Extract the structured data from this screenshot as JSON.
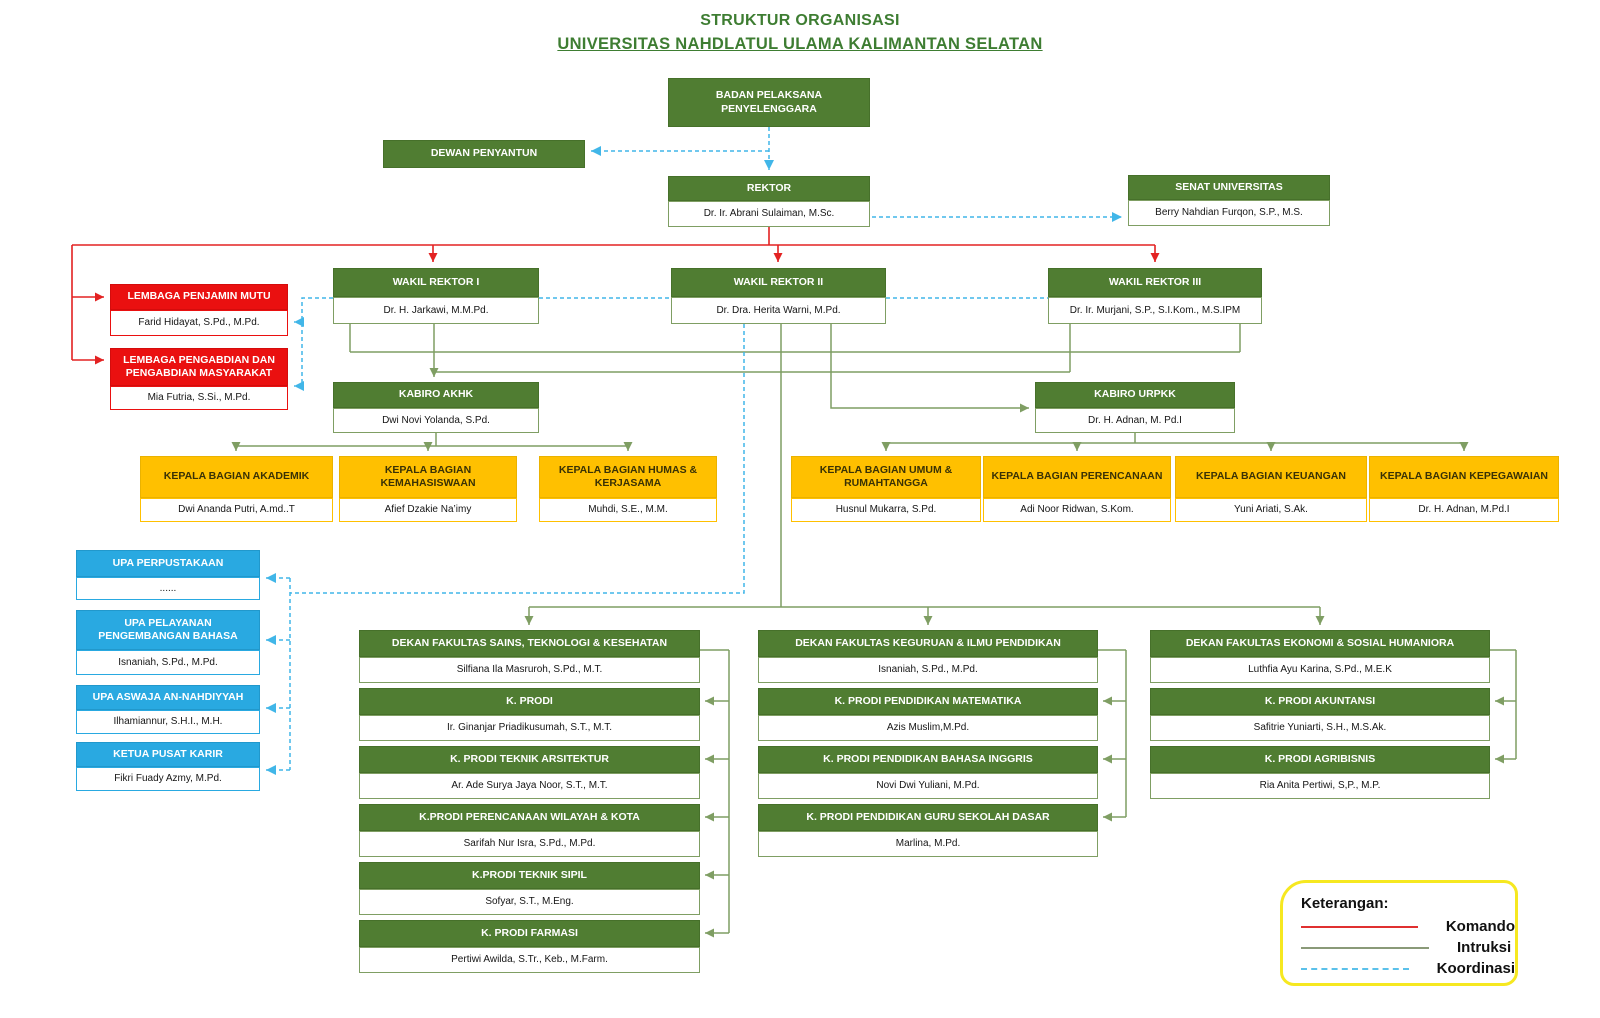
{
  "title": {
    "line1": "STRUKTUR ORGANISASI",
    "line2": "UNIVERSITAS NAHDLATUL ULAMA KALIMANTAN SELATAN"
  },
  "nodes": {
    "badan_pelaksana": {
      "title": "BADAN PELAKSANA PENYELENGGARA"
    },
    "dewan_penyantun": {
      "title": "DEWAN PENYANTUN"
    },
    "rektor": {
      "title": "REKTOR",
      "name": "Dr. Ir. Abrani Sulaiman, M.Sc."
    },
    "senat_universitas": {
      "title": "SENAT UNIVERSITAS",
      "name": "Berry Nahdian Furqon, S.P., M.S."
    },
    "wakil_rektor_1": {
      "title": "WAKIL REKTOR I",
      "name": "Dr. H. Jarkawi, M.M.Pd."
    },
    "wakil_rektor_2": {
      "title": "WAKIL REKTOR II",
      "name": "Dr. Dra. Herita Warni, M.Pd."
    },
    "wakil_rektor_3": {
      "title": "WAKIL REKTOR III",
      "name": "Dr. Ir. Murjani, S.P., S.I.Kom., M.S.IPM"
    },
    "lembaga_penjamin_mutu": {
      "title": "LEMBAGA PENJAMIN MUTU",
      "name": "Farid Hidayat, S.Pd., M.Pd."
    },
    "lembaga_pengabdian": {
      "title": "LEMBAGA PENGABDIAN DAN PENGABDIAN MASYARAKAT",
      "name": "Mia Futria, S.Si., M.Pd."
    },
    "kabiro_akhk": {
      "title": "KABIRO AKHK",
      "name": "Dwi Novi Yolanda, S.Pd."
    },
    "kabiro_urpkk": {
      "title": "KABIRO URPKK",
      "name": "Dr. H. Adnan, M. Pd.I"
    },
    "kabag_akademik": {
      "title": "KEPALA BAGIAN AKADEMIK",
      "name": "Dwi Ananda Putri, A.md..T"
    },
    "kabag_kemahasiswaan": {
      "title": "KEPALA BAGIAN KEMAHASISWAAN",
      "name": "Afief Dzakie Na’imy"
    },
    "kabag_humas": {
      "title": "KEPALA BAGIAN HUMAS & KERJASAMA",
      "name": "Muhdi, S.E., M.M."
    },
    "kabag_umum": {
      "title": "KEPALA BAGIAN UMUM & RUMAHTANGGA",
      "name": "Husnul Mukarra, S.Pd."
    },
    "kabag_perencanaan": {
      "title": "KEPALA BAGIAN PERENCANAAN",
      "name": "Adi Noor Ridwan, S.Kom."
    },
    "kabag_keuangan": {
      "title": "KEPALA BAGIAN KEUANGAN",
      "name": "Yuni Ariati, S.Ak."
    },
    "kabag_kepegawaian": {
      "title": "KEPALA BAGIAN KEPEGAWAIAN",
      "name": "Dr. H. Adnan, M.Pd.I"
    },
    "upa_perpustakaan": {
      "title": "UPA PERPUSTAKAAN",
      "name": "......"
    },
    "upa_bahasa": {
      "title": "UPA PELAYANAN PENGEMBANGAN BAHASA",
      "name": "Isnaniah, S.Pd., M.Pd."
    },
    "upa_aswaja": {
      "title": "UPA ASWAJA AN-NAHDIYYAH",
      "name": "Ilhamiannur, S.H.I., M.H."
    },
    "pusat_karir": {
      "title": "KETUA PUSAT KARIR",
      "name": "Fikri Fuady Azmy, M.Pd."
    },
    "dekan_saintek": {
      "title": "DEKAN FAKULTAS SAINS, TEKNOLOGI & KESEHATAN",
      "name": "Silfiana Ila Masruroh, S.Pd., M.T."
    },
    "kprodi_saintek": {
      "title": "K. PRODI",
      "name": "Ir. Ginanjar Priadikusumah, S.T., M.T."
    },
    "kprodi_arsitektur": {
      "title": "K. PRODI TEKNIK ARSITEKTUR",
      "name": "Ar. Ade Surya Jaya Noor, S.T., M.T."
    },
    "kprodi_pwk": {
      "title": "K.PRODI PERENCANAAN WILAYAH & KOTA",
      "name": "Sarifah Nur Isra, S.Pd., M.Pd."
    },
    "kprodi_sipil": {
      "title": "K.PRODI TEKNIK SIPIL",
      "name": "Sofyar, S.T., M.Eng."
    },
    "kprodi_farmasi": {
      "title": "K. PRODI FARMASI",
      "name": "Pertiwi Awilda, S.Tr., Keb., M.Farm."
    },
    "dekan_fkip": {
      "title": "DEKAN FAKULTAS KEGURUAN & ILMU PENDIDIKAN",
      "name": "Isnaniah, S.Pd., M.Pd."
    },
    "kprodi_matematika": {
      "title": "K. PRODI PENDIDIKAN MATEMATIKA",
      "name": "Azis Muslim,M.Pd."
    },
    "kprodi_inggris": {
      "title": "K. PRODI PENDIDIKAN BAHASA INGGRIS",
      "name": "Novi Dwi Yuliani, M.Pd."
    },
    "kprodi_pgsd": {
      "title": "K. PRODI PENDIDIKAN GURU SEKOLAH DASAR",
      "name": "Marlina, M.Pd."
    },
    "dekan_ekonomi": {
      "title": "DEKAN FAKULTAS EKONOMI & SOSIAL HUMANIORA",
      "name": "Luthfia Ayu Karina, S.Pd., M.E.K"
    },
    "kprodi_akuntansi": {
      "title": "K. PRODI AKUNTANSI",
      "name": "Safitrie Yuniarti, S.H., M.S.Ak."
    },
    "kprodi_agribisnis": {
      "title": "K. PRODI AGRIBISNIS",
      "name": "Ria Anita Pertiwi, S,P., M.P."
    }
  },
  "legend": {
    "heading": "Keterangan:",
    "items": [
      {
        "label": "Komando",
        "style": "solid",
        "color": "#e03030"
      },
      {
        "label": "Intruksi",
        "style": "solid",
        "color": "#8a9a78"
      },
      {
        "label": "Koordinasi",
        "style": "dashed",
        "color": "#5bc1ea"
      }
    ]
  },
  "colors": {
    "title_green": "#3e7d32",
    "box_green": "#507d32",
    "box_red": "#ea1010",
    "box_yellow": "#ffc000",
    "box_blue": "#29a9e1",
    "line_komando": "#e32222",
    "line_intruksi": "#7f9e63",
    "line_koordinasi": "#41b6e8",
    "legend_border": "#f6e820"
  }
}
